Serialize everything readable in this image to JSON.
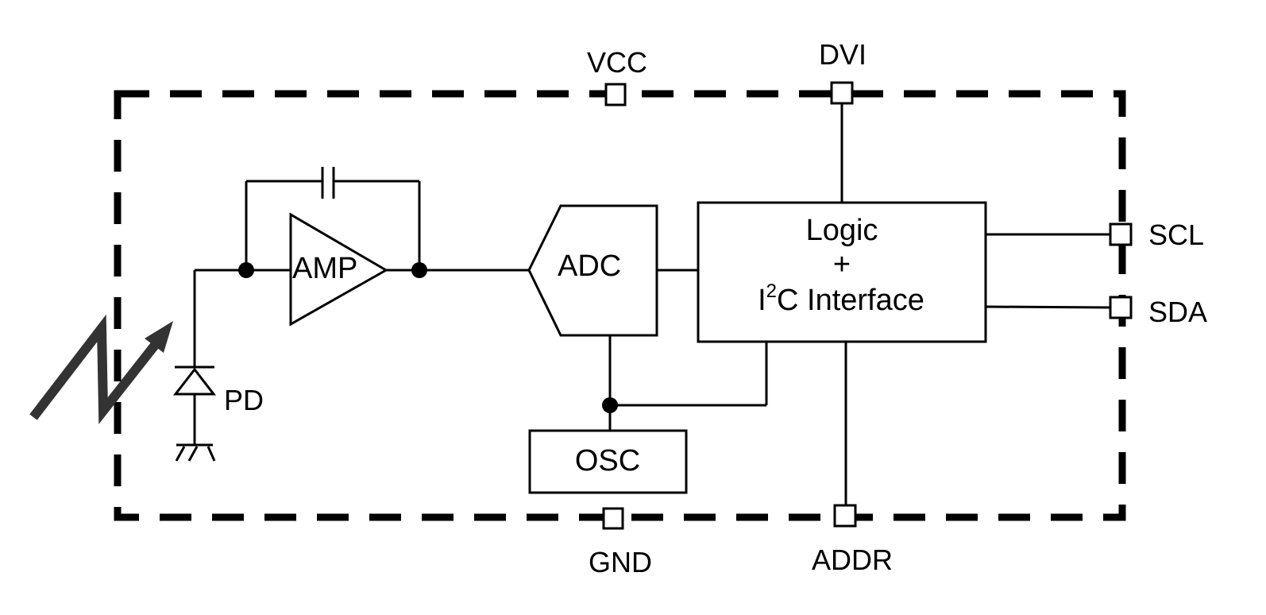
{
  "pins": {
    "vcc": "VCC",
    "dvi": "DVI",
    "scl": "SCL",
    "sda": "SDA",
    "gnd": "GND",
    "addr": "ADDR"
  },
  "blocks": {
    "amp": "AMP",
    "adc": "ADC",
    "osc": "OSC",
    "logic_line1": "Logic",
    "logic_line2": "+",
    "logic_line3_prefix": "I",
    "logic_line3_superscript": "2",
    "logic_line3_suffix": "C Interface"
  },
  "photodiode": "PD",
  "icons": [
    "light-arrow-icon",
    "photodiode-icon",
    "ground-icon",
    "capacitor-icon"
  ],
  "colors": {
    "line": "#000000",
    "background": "#ffffff"
  }
}
